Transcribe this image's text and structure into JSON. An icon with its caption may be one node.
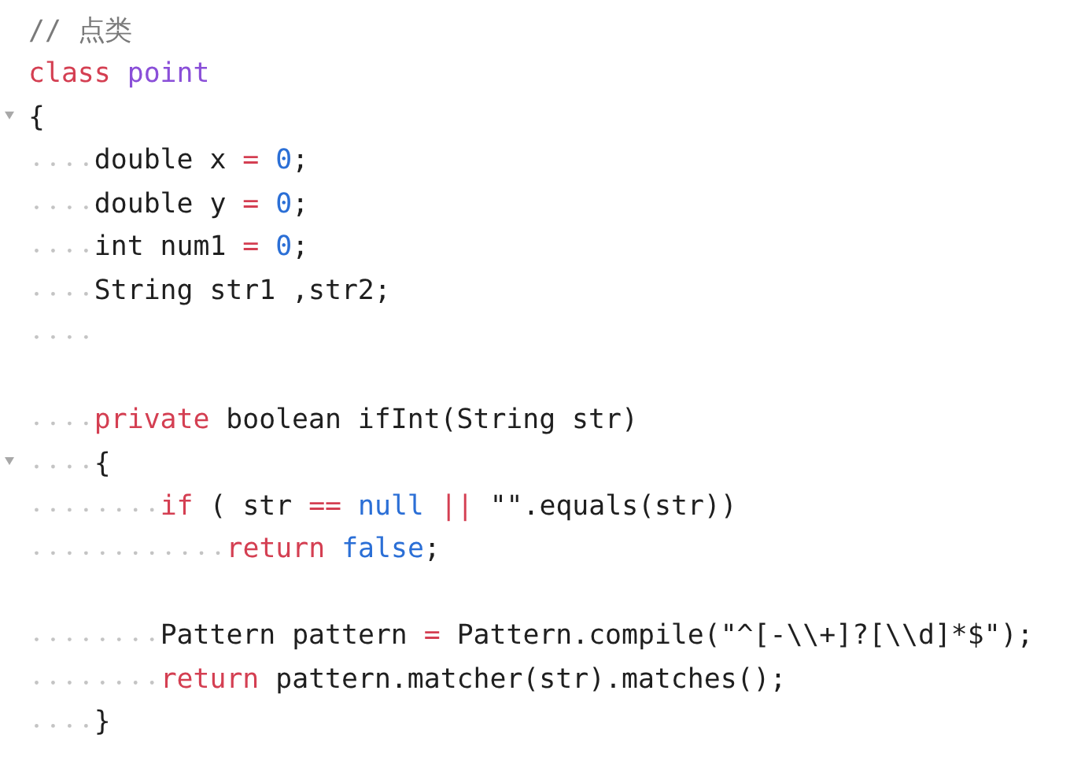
{
  "diagram": {
    "labels": [
      "// 点类",
      "class point",
      "{",
      "double x = 0;",
      "double y = 0;",
      "int num1 = 0;",
      "String str1 ,str2;",
      "private boolean ifInt(String str)",
      "{",
      "if ( str == null || \"\".equals(str))",
      "return false;",
      "Pattern pattern = Pattern.compile(\"^[-\\\\+]?[\\\\d]*$\");",
      "return pattern.matcher(str).matches();",
      "}"
    ]
  }
}
